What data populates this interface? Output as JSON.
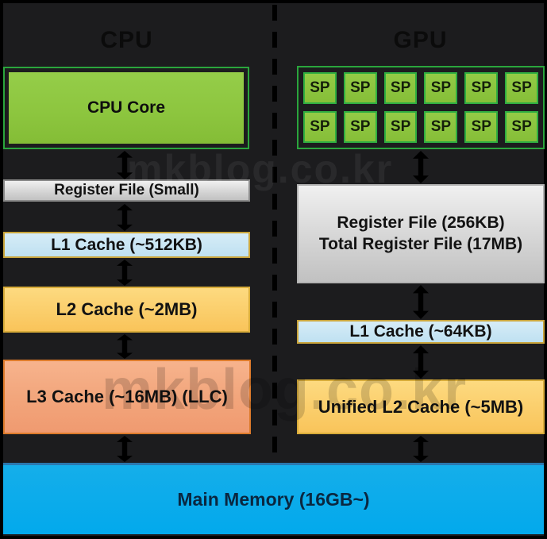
{
  "watermarks": {
    "top": "mkblog.co.kr",
    "bottom": "mkblog.co.kr"
  },
  "cpu": {
    "title": "CPU",
    "core_label": "CPU Core",
    "levels": [
      {
        "label": "Register File (Small)"
      },
      {
        "label": "L1 Cache (~512KB)"
      },
      {
        "label": "L2 Cache (~2MB)"
      },
      {
        "label": "L3 Cache (~16MB) (LLC)"
      }
    ]
  },
  "gpu": {
    "title": "GPU",
    "sp_label": "SP",
    "sp_count": 12,
    "register_file_line1": "Register File (256KB)",
    "register_file_line2": "Total Register File (17MB)",
    "l1_label": "L1 Cache (~64KB)",
    "l2_label": "Unified L2 Cache (~5MB)"
  },
  "shared": {
    "main_memory_label": "Main Memory (16GB~)"
  },
  "colors": {
    "background": "#1c1c1e",
    "frame": "#000000",
    "core_green_fill": "#8dc63f",
    "core_green_border": "#2aa53c",
    "register_gray": "#d9d9d9",
    "l1_blue": "#c7e5f3",
    "l1_border_gold": "#c9a43b",
    "l2_yellow": "#fbcf6d",
    "l3_salmon": "#f2a67c",
    "l3_border_orange": "#dd7b2b",
    "main_memory_blue": "#04acec",
    "arrow_black": "#000000"
  }
}
